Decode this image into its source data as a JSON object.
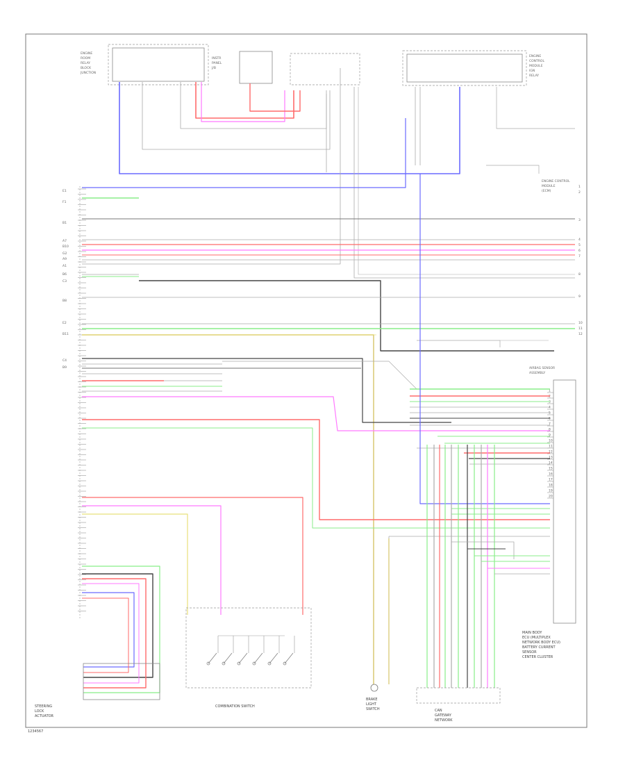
{
  "colors": {
    "black": "#444444",
    "gray": "#aaaaaa",
    "red": "#ff6a6a",
    "pink": "#ff79ff",
    "blue": "#6a6aff",
    "green": "#88ee88",
    "lightgreen": "#aaf2aa",
    "yellow": "#e8e07a",
    "tan": "#d6c46a"
  },
  "footer": {
    "code": "1234567"
  },
  "labels": {
    "top_left_block": [
      "ENGINE",
      "ROOM",
      "RELAY",
      "BLOCK",
      "JUNCTION"
    ],
    "top_mid_block": [
      "INSTR",
      "PANEL",
      "J/B"
    ],
    "top_right_block": [
      "ENGINE",
      "CONTROL",
      "MODULE",
      "IGN",
      "RELAY"
    ],
    "right_module": [
      "ENGINE CONTROL",
      "MODULE",
      "(ECM)"
    ],
    "airbag_unit": [
      "AIRBAG SENSOR",
      "ASSEMBLY"
    ],
    "bottom_left": [
      "STEERING",
      "LOCK",
      "ACTUATOR"
    ],
    "bottom_mid": "COMBINATION SWITCH",
    "bottom_center": [
      "BRAKE",
      "LIGHT",
      "SWITCH"
    ],
    "bottom_right": [
      "CAN",
      "GATEWAY",
      "NETWORK"
    ],
    "right_bottom_caption": [
      "MAIN BODY",
      "ECU (MULTIPLEX",
      "NETWORK BODY ECU)",
      "BATTERY CURRENT",
      "SENSOR",
      "CENTER CLUSTER"
    ]
  },
  "connectors": {
    "upper_left": [
      "E1",
      "F1",
      "B1",
      "A7",
      "B10",
      "G2",
      "A9",
      "A1",
      "B6",
      "C3",
      "B8",
      "E2",
      "B11",
      "C4",
      "B9"
    ],
    "upper_right": [
      "1",
      "2",
      "3",
      "4",
      "5",
      "6",
      "7",
      "8",
      "9",
      "10",
      "11",
      "12"
    ],
    "module_pins": [
      "1",
      "2",
      "3",
      "4",
      "5",
      "6",
      "7",
      "8",
      "9",
      "10",
      "11",
      "12",
      "13",
      "14",
      "15",
      "16",
      "17",
      "18",
      "19",
      "20"
    ]
  }
}
